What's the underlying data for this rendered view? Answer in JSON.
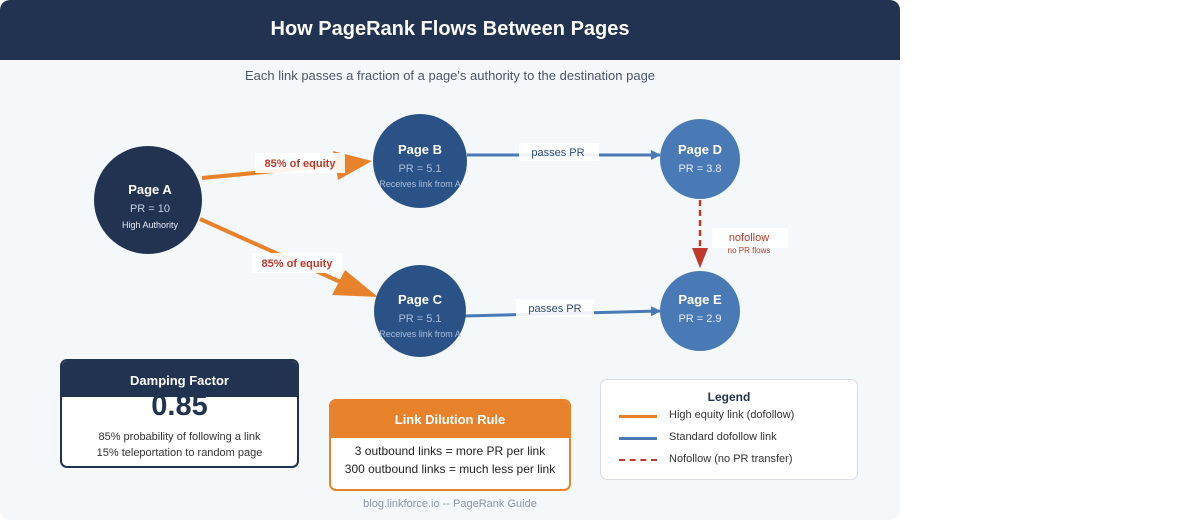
{
  "title": "How PageRank Flows Between Pages",
  "subtitle": "Each link passes a fraction of a page's authority to the destination page",
  "colors": {
    "header": "#223251",
    "orange": "#e8822a",
    "blue": "#4a7ab5",
    "red": "#c0392b",
    "node_dark": "#223251",
    "node_mid": "#2b5287",
    "node_light": "#4a7ab5"
  },
  "nodes": {
    "a": {
      "name": "Page A",
      "pr": "PR = 10",
      "note": "High Authority"
    },
    "b": {
      "name": "Page B",
      "pr": "PR = 5.1",
      "note": "Receives link from A"
    },
    "c": {
      "name": "Page C",
      "pr": "PR = 5.1",
      "note": "Receives link from A"
    },
    "d": {
      "name": "Page D",
      "pr": "PR = 3.8"
    },
    "e": {
      "name": "Page E",
      "pr": "PR = 2.9"
    }
  },
  "edges": {
    "ab_label": "85% of equity",
    "ac_label": "85% of equity",
    "bd_label": "passes PR",
    "ce_label": "passes PR",
    "de_label": "nofollow",
    "de_sublabel": "no PR flows"
  },
  "damping": {
    "title": "Damping Factor",
    "value": "0.85",
    "line1": "85% probability of following a link",
    "line2": "15% teleportation to random page"
  },
  "dilution": {
    "title": "Link Dilution Rule",
    "line1": "3 outbound links = more PR per link",
    "line2": "300 outbound links = much less per link"
  },
  "legend": {
    "title": "Legend",
    "items": [
      {
        "label": "High equity link (dofollow)",
        "style": "orange-solid"
      },
      {
        "label": "Standard dofollow link",
        "style": "blue-solid"
      },
      {
        "label": "Nofollow (no PR transfer)",
        "style": "red-dashed"
      }
    ]
  },
  "footer": "blog.linkforce.io -- PageRank Guide"
}
